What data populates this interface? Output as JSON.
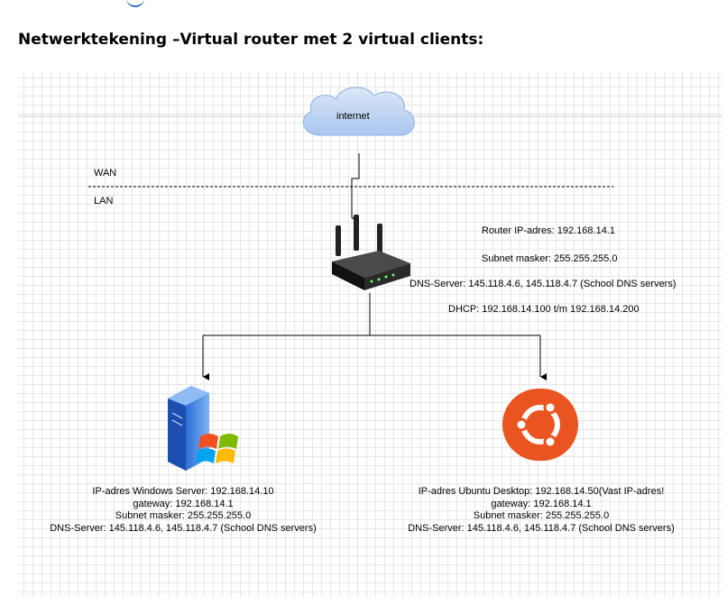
{
  "page": {
    "title": "Netwerktekening –Virtual router met 2 virtual clients:"
  },
  "diagram": {
    "cloud_label": "internet",
    "wan_label": "WAN",
    "lan_label": "LAN",
    "router_info": {
      "ip": "Router IP-adres: 192.168.14.1",
      "subnet": "Subnet masker: 255.255.255.0",
      "dns": "DNS-Server: 145.118.4.6, 145.118.4.7 (School DNS servers)",
      "dhcp": "DHCP: 192.168.14.100 t/m 192.168.14.200"
    },
    "windows_client": {
      "icon": "windows-server-icon",
      "ip": "IP-adres Windows Server: 192.168.14.10",
      "gateway": "gateway: 192.168.14.1",
      "subnet": "Subnet masker: 255.255.255.0",
      "dns": "DNS-Server: 145.118.4.6, 145.118.4.7 (School DNS servers)"
    },
    "ubuntu_client": {
      "icon": "ubuntu-logo-icon",
      "ip": "IP-adres Ubuntu Desktop: 192.168.14.50(Vast IP-adres!",
      "gateway": "gateway: 192.168.14.1",
      "subnet": "Subnet masker: 255.255.255.0",
      "dns": "DNS-Server: 145.118.4.6, 145.118.4.7 (School DNS servers)"
    },
    "colors": {
      "cloud_fill": "#c9dcf5",
      "cloud_stroke": "#6c8ebf",
      "ubuntu_orange": "#e95420",
      "title_accent": "#2e74b5"
    }
  }
}
